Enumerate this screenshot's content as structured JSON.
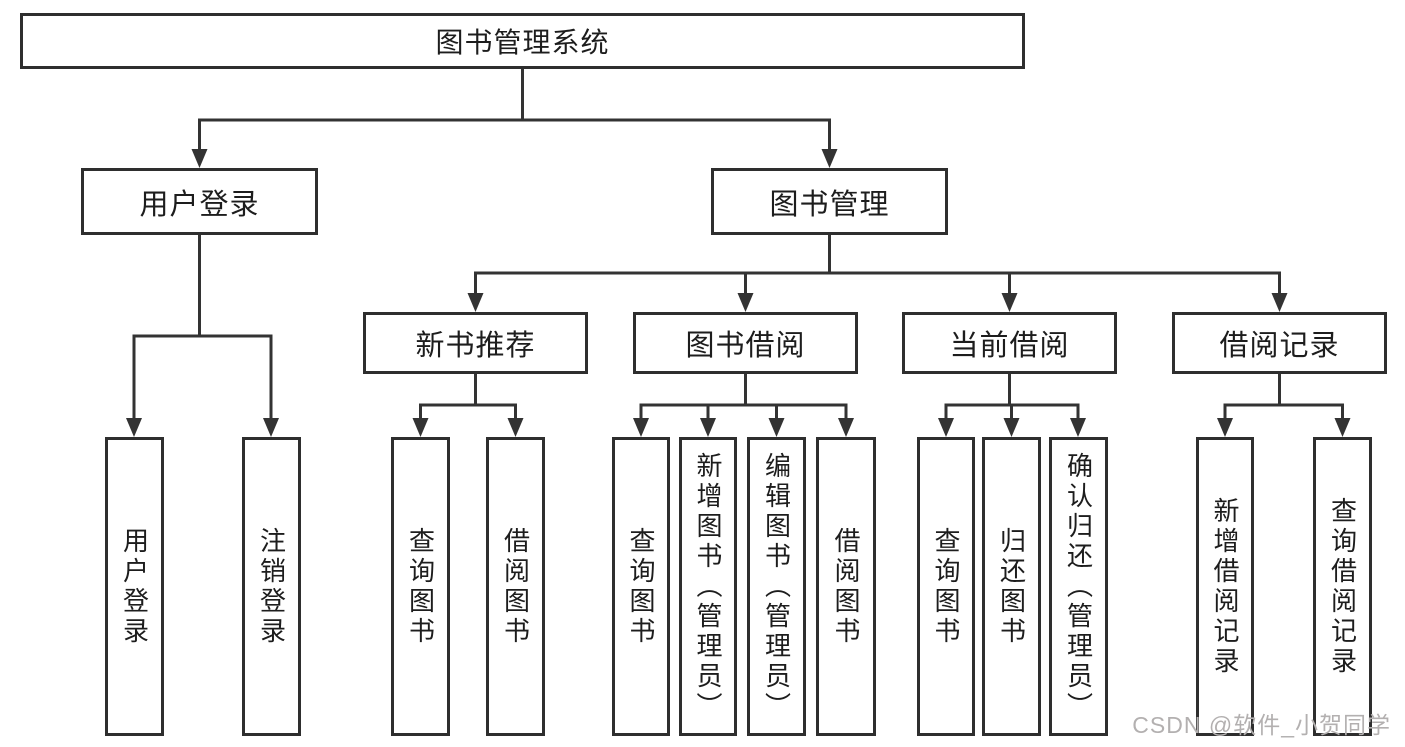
{
  "diagram_title": "图书管理系统",
  "tree": {
    "label": "图书管理系统",
    "children": [
      {
        "label": "用户登录",
        "children": [
          {
            "label": "用户登录"
          },
          {
            "label": "注销登录"
          }
        ]
      },
      {
        "label": "图书管理",
        "children": [
          {
            "label": "新书推荐",
            "children": [
              {
                "label": "查询图书"
              },
              {
                "label": "借阅图书"
              }
            ]
          },
          {
            "label": "图书借阅",
            "children": [
              {
                "label": "查询图书"
              },
              {
                "label": "新增图书（管理员）"
              },
              {
                "label": "编辑图书（管理员）"
              },
              {
                "label": "借阅图书"
              }
            ]
          },
          {
            "label": "当前借阅",
            "children": [
              {
                "label": "查询图书"
              },
              {
                "label": "归还图书"
              },
              {
                "label": "确认归还（管理员）"
              }
            ]
          },
          {
            "label": "借阅记录",
            "children": [
              {
                "label": "新增借阅记录"
              },
              {
                "label": "查询借阅记录"
              }
            ]
          }
        ]
      }
    ]
  },
  "watermark": "CSDN @软件_小贺同学",
  "colors": {
    "line": "#333333",
    "box_border": "#2e2e2e",
    "text": "#1d1d1d",
    "background": "#ffffff",
    "watermark": "#b3b0b0"
  }
}
